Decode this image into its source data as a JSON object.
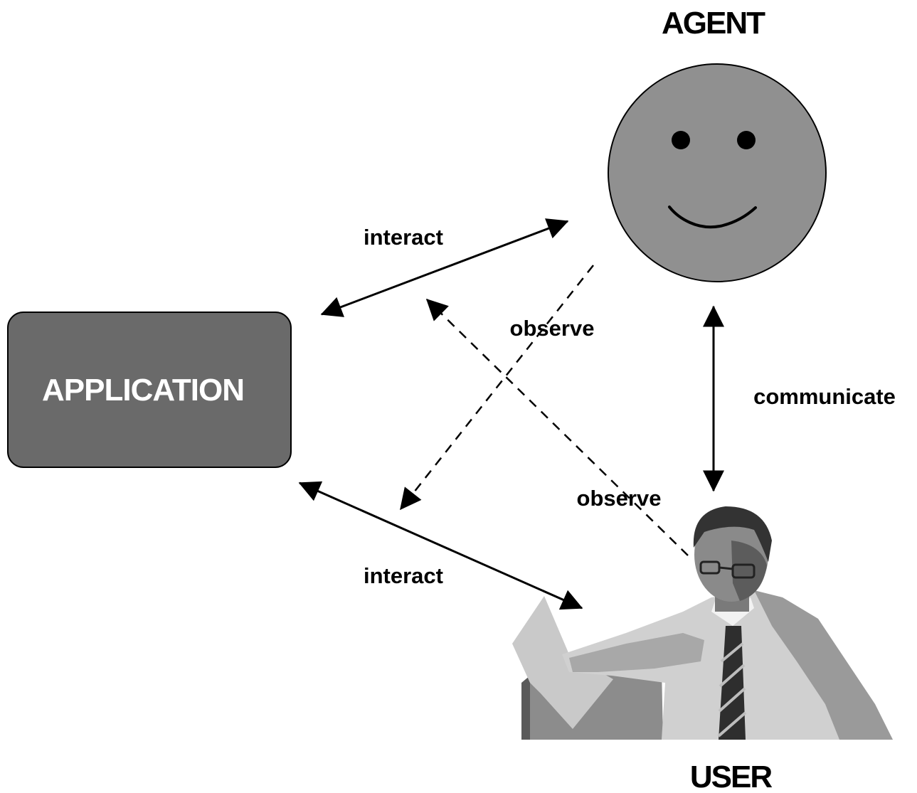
{
  "nodes": {
    "agent": {
      "label": "AGENT"
    },
    "application": {
      "label": "APPLICATION"
    },
    "user": {
      "label": "USER"
    }
  },
  "edges": {
    "interact_app_agent": {
      "label": "interact",
      "style": "solid",
      "direction": "both"
    },
    "observe_agent_app": {
      "label": "observe",
      "style": "dashed",
      "direction": "to-application"
    },
    "observe_user_agent": {
      "label": "observe",
      "style": "dashed",
      "direction": "to-agent"
    },
    "communicate": {
      "label": "communicate",
      "style": "solid",
      "direction": "both"
    },
    "interact_app_user": {
      "label": "interact",
      "style": "solid",
      "direction": "both"
    }
  },
  "colors": {
    "agent_face": "#909090",
    "application_box": "#6a6a6a",
    "line": "#000000"
  },
  "icons": {
    "agent": "smiley-face-icon",
    "user": "businessman-at-computer-icon"
  }
}
